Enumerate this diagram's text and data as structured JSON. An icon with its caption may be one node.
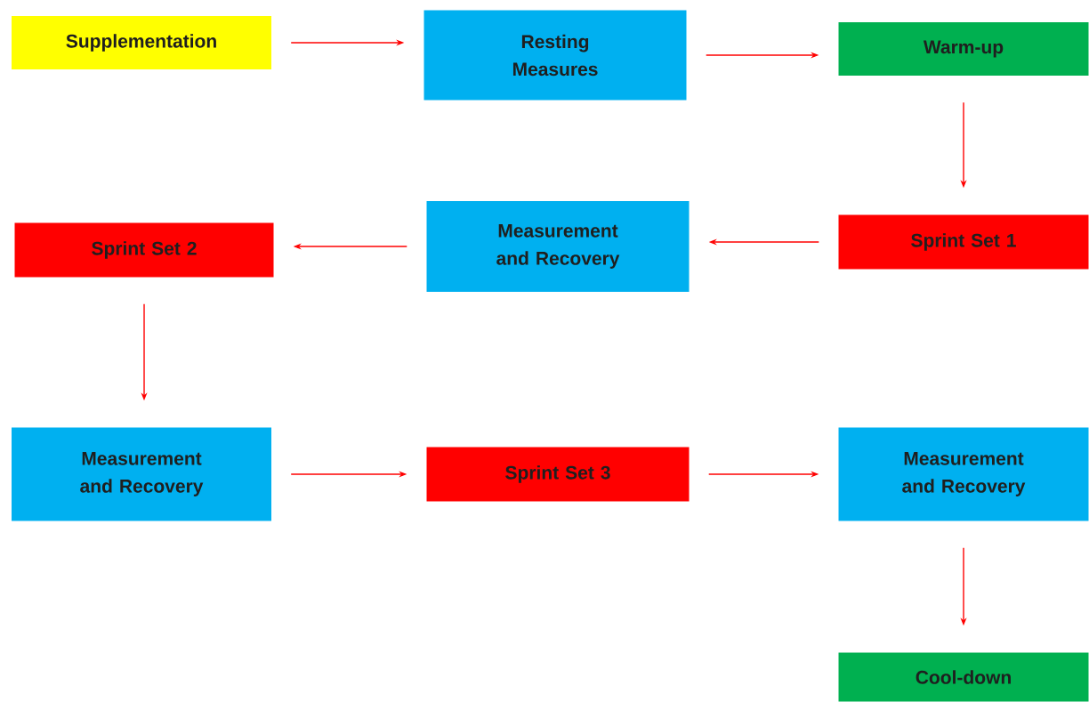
{
  "diagram": {
    "nodes": [
      {
        "text": [
          "Supplementation"
        ]
      },
      {
        "text": [
          "Resting Measures"
        ]
      },
      {
        "text": [
          "Warm-up"
        ]
      },
      {
        "text": [
          "Sprint Set 1"
        ]
      },
      {
        "text": [
          "Measurement and Recovery"
        ]
      },
      {
        "text": [
          "Sprint Set 2"
        ]
      },
      {
        "text": [
          "Measurement and Recovery"
        ]
      },
      {
        "text": [
          "Sprint Set 3"
        ]
      },
      {
        "text": [
          "Measurement and Recovery"
        ]
      },
      {
        "text": [
          "Cool-down"
        ]
      }
    ],
    "edges": [
      {
        "from": 0,
        "to": 1,
        "arrow": "to"
      },
      {
        "from": 1,
        "to": 2,
        "arrow": "to"
      },
      {
        "from": 2,
        "to": 3,
        "arrow": "to"
      },
      {
        "from": 3,
        "to": 4,
        "arrow": "to"
      },
      {
        "from": 4,
        "to": 5,
        "arrow": "to"
      },
      {
        "from": 5,
        "to": 6,
        "arrow": "to"
      },
      {
        "from": 6,
        "to": 7,
        "arrow": "to"
      },
      {
        "from": 7,
        "to": 8,
        "arrow": "to"
      },
      {
        "from": 8,
        "to": 9,
        "arrow": "to"
      }
    ]
  }
}
